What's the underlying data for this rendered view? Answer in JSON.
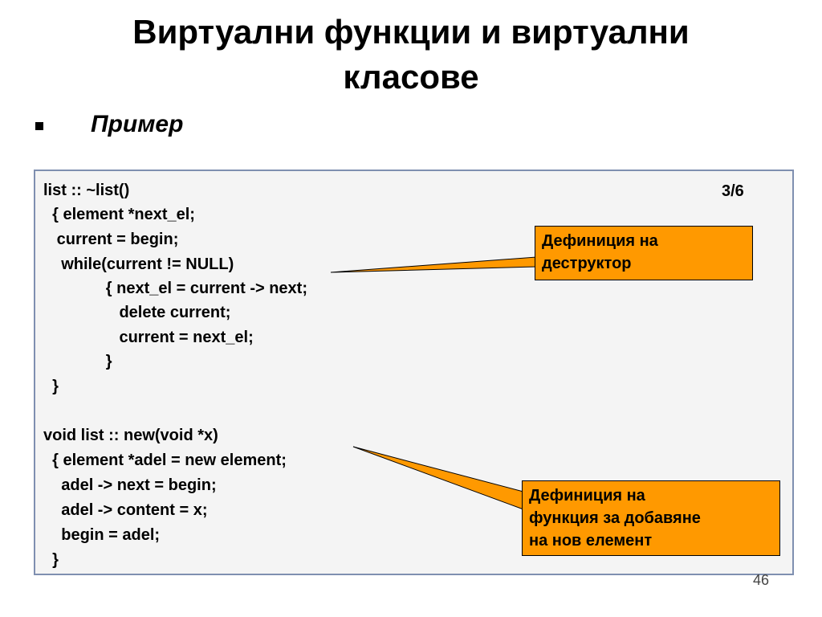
{
  "title": {
    "line1": "Виртуални функции и виртуални",
    "line2": "класове"
  },
  "subtitle": "Пример",
  "page_indicator": "3/6",
  "code": {
    "lines": [
      "list :: ~list()",
      "  { element *next_el;",
      "   current = begin;",
      "    while(current != NULL)",
      "              { next_el = current -> next;",
      "                 delete current;",
      "                 current = next_el;",
      "              }",
      "  }",
      "",
      "void list :: new(void *x)",
      "  { element *adel = new element;",
      "    adel -> next = begin;",
      "    adel -> content = x;",
      "    begin = adel;",
      "  }"
    ]
  },
  "callouts": {
    "destructor": {
      "line1": "Дефиниция на",
      "line2": "деструктор",
      "fill_color": "#ff9900"
    },
    "add_function": {
      "line1": "Дефиниция на",
      "line2": "функция за добавяне",
      "line3": "на нов елемент",
      "fill_color": "#ff9900"
    }
  },
  "slide_number": "46"
}
